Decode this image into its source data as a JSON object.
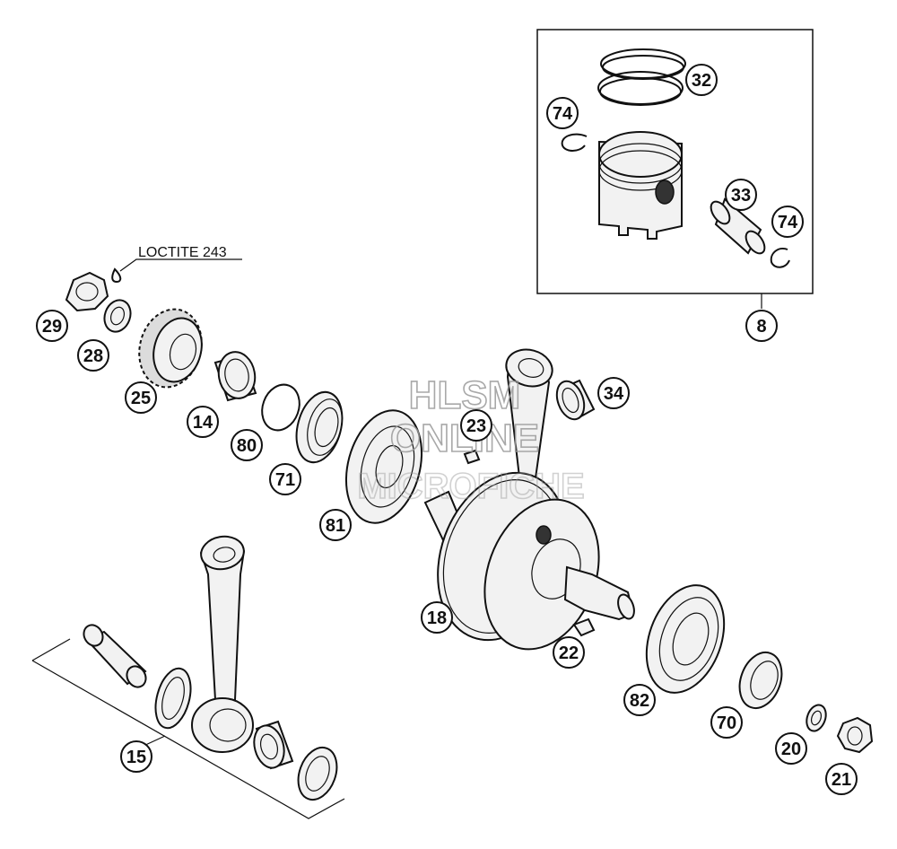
{
  "callouts": {
    "c32": "32",
    "c74a": "74",
    "c33": "33",
    "c74b": "74",
    "c8": "8",
    "c29": "29",
    "c28": "28",
    "c25": "25",
    "c14": "14",
    "c80": "80",
    "c71": "71",
    "c81": "81",
    "c34": "34",
    "c23": "23",
    "c18": "18",
    "c22": "22",
    "c82": "82",
    "c70": "70",
    "c20": "20",
    "c21": "21",
    "c15": "15"
  },
  "note": {
    "loctite": "LOCTITE 243"
  },
  "watermark": {
    "line1": "HLSM",
    "line2": "ONLINE",
    "line3": "MICROFICHE"
  }
}
